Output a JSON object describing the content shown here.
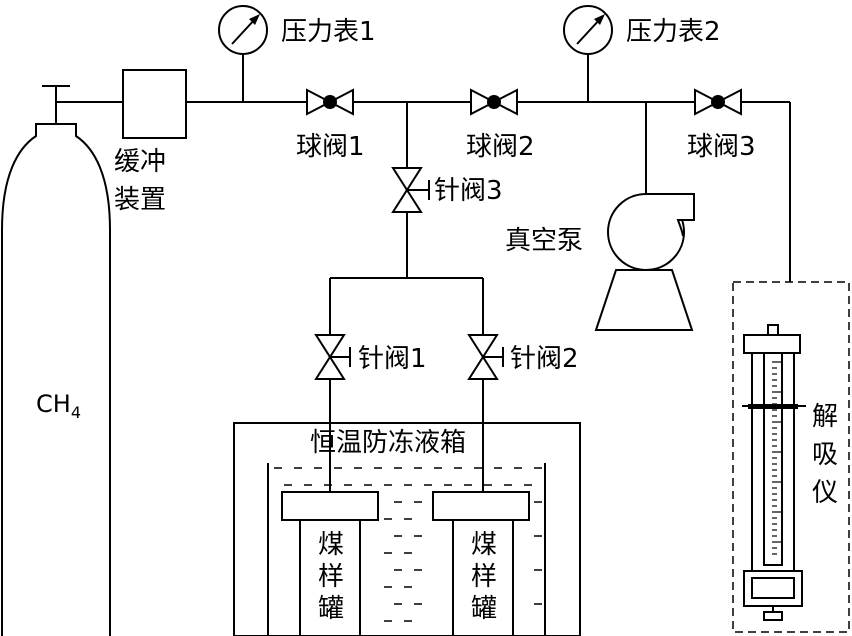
{
  "diagram": {
    "gauge1_label": "压力表1",
    "gauge2_label": "压力表2",
    "buffer_label_line1": "缓冲",
    "buffer_label_line2": "装置",
    "ball_valve1_label": "球阀1",
    "ball_valve2_label": "球阀2",
    "ball_valve3_label": "球阀3",
    "needle_valve3_label": "针阀3",
    "needle_valve1_label": "针阀1",
    "needle_valve2_label": "针阀2",
    "pump_label": "真空泵",
    "cylinder_label": "CH",
    "cylinder_label_sub": "4",
    "bath_label": "恒温防冻液箱",
    "coal_tank_chars": [
      "煤",
      "样",
      "罐"
    ],
    "desorber_chars": [
      "解",
      "吸",
      "仪"
    ]
  }
}
